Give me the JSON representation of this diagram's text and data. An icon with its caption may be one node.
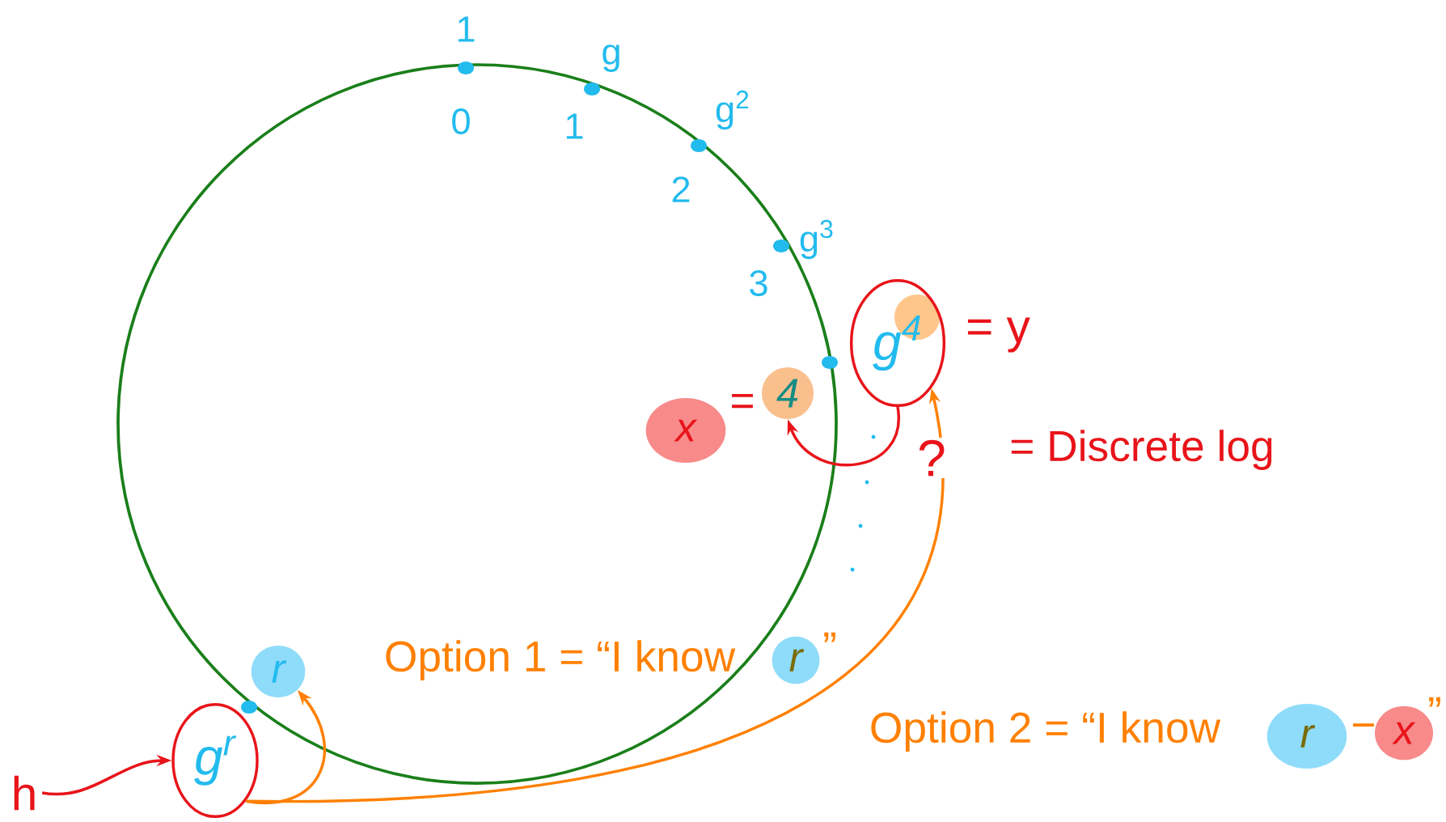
{
  "diagram": {
    "nodes": [
      {
        "text": [
          "x"
        ]
      },
      {
        "text": [
          "4"
        ]
      },
      {
        "text": [
          "g$^{4}$"
        ],
        "beside": [
          "= y"
        ]
      },
      {
        "text": [
          "g$^{r}$"
        ]
      },
      {
        "text": [
          "r"
        ]
      },
      {
        "text": [
          "h"
        ]
      },
      {
        "text": [
          "r"
        ]
      },
      {
        "text": [
          "r"
        ]
      },
      {
        "text": [
          "x"
        ]
      }
    ],
    "edges": [
      {
        "from": 5,
        "to": 3,
        "arrow": "to",
        "color": "#e8141a"
      },
      {
        "from": 2,
        "to": 1,
        "arrow": "to",
        "label": "?",
        "color": "#e8141a"
      },
      {
        "from": 3,
        "to": 4,
        "arrow": "to",
        "color": "#ff8000"
      },
      {
        "from": 3,
        "to": 2,
        "arrow": "to",
        "color": "#ff8000"
      }
    ],
    "labels": [
      "1",
      "0",
      "g",
      "1",
      "g$^{2}$",
      "2",
      "g$^{3}$",
      "3",
      "=",
      "= Discrete log",
      "Option 1 = “I know",
      "”",
      "Option 2 = “I know",
      "−",
      "”"
    ]
  }
}
